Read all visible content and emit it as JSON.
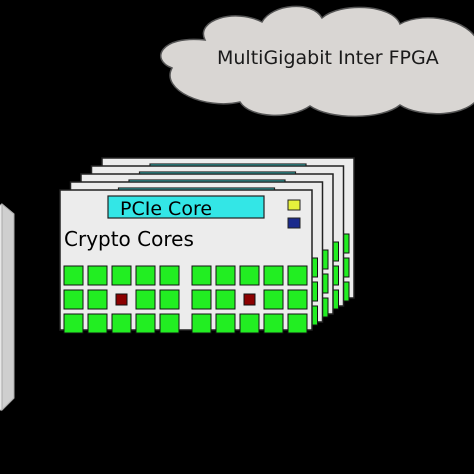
{
  "cloud": {
    "label": "MultiGigabit Inter FPGA",
    "fill": "#d9d6d3",
    "stroke": "#555555"
  },
  "card": {
    "pcie_label": "PCIe Core",
    "crypto_label": "Crypto Cores",
    "background": "#ececec",
    "pcie_fill": "#33e6e6",
    "indicator_colors": [
      "#e6f03c",
      "#1a2a8c"
    ]
  },
  "cores": {
    "grid_fill": "#22ee22",
    "center_fill": "#8b0000",
    "columns": 5,
    "rows": 3,
    "blocks": 2
  },
  "stack": {
    "card_count": 5
  }
}
